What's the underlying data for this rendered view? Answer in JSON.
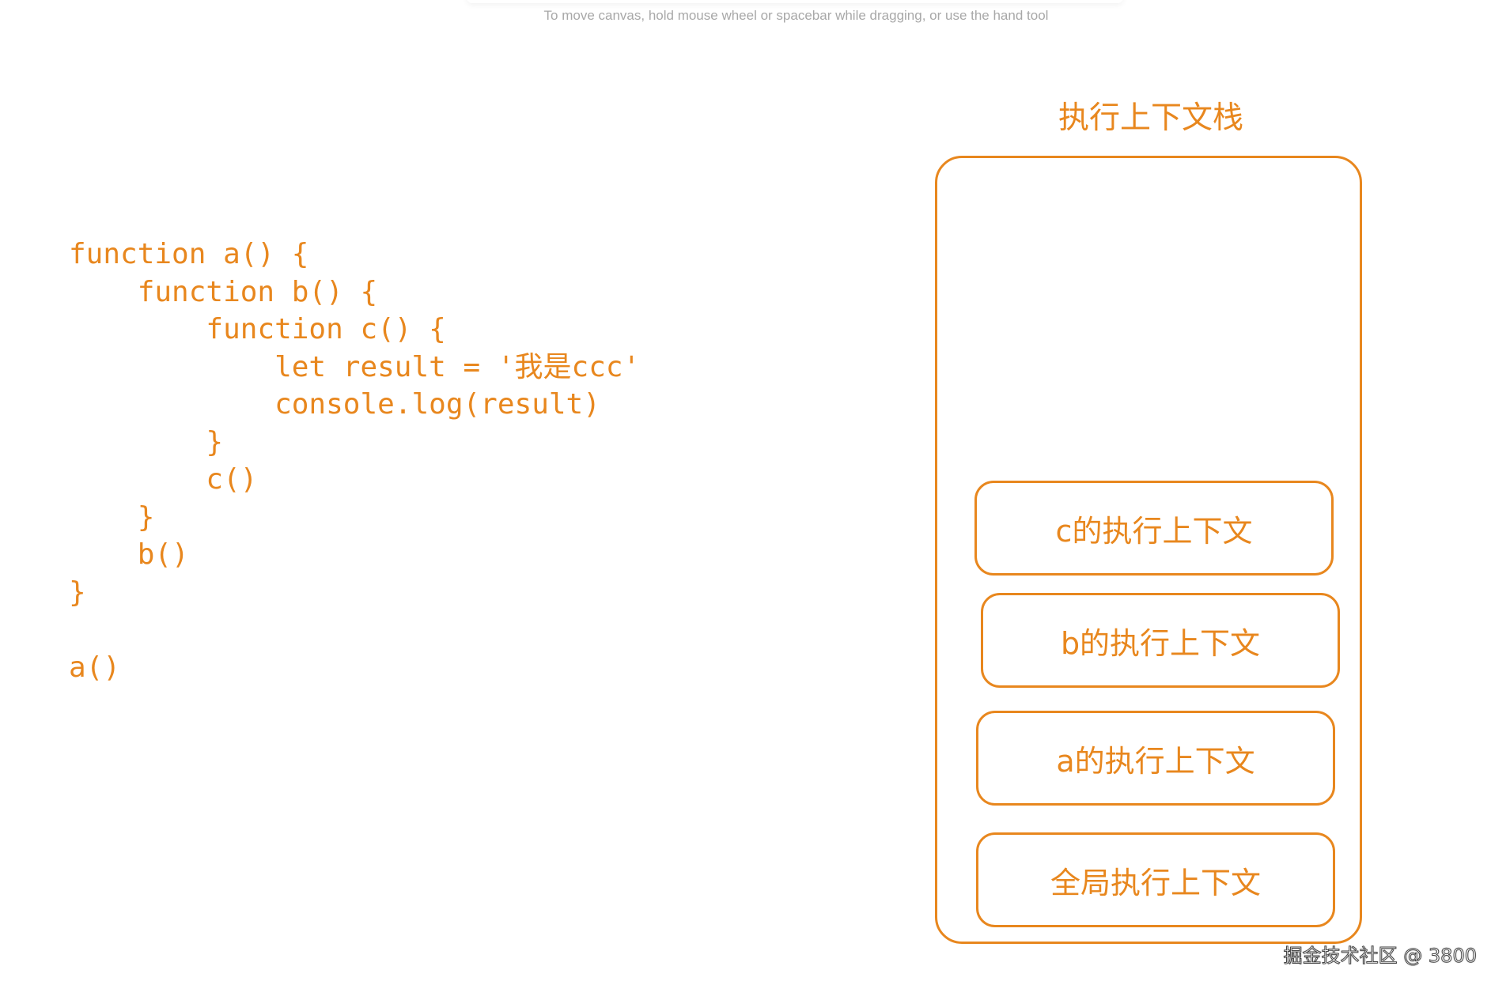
{
  "canvas_hint": "To move canvas, hold mouse wheel or spacebar while dragging, or use the hand tool",
  "code_lines": [
    "function a() {",
    "    function b() {",
    "        function c() {",
    "            let result = '我是ccc'",
    "            console.log(result)",
    "        }",
    "        c()",
    "    }",
    "    b()",
    "}",
    "",
    "a()"
  ],
  "stack": {
    "title": "执行上下文栈",
    "frames": [
      "c的执行上下文",
      "b的执行上下文",
      "a的执行上下文",
      "全局执行上下文"
    ]
  },
  "watermark": "掘金技术社区 @ 3800",
  "colors": {
    "accent": "#e8871e",
    "hint": "#a8a8a8",
    "background": "#ffffff"
  }
}
